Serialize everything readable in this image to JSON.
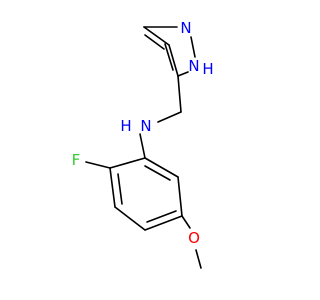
{
  "molecule": {
    "colors": {
      "bond": "#000000",
      "nitrogen": "#0000ff",
      "fluorine": "#33cc33",
      "oxygen": "#ff0000"
    },
    "atoms": {
      "pyrazole_n1": "N",
      "pyrazole_nh": "N",
      "pyrazole_nh_h": "H",
      "amine_n": "N",
      "amine_h": "H",
      "fluorine": "F",
      "oxygen": "O"
    }
  }
}
